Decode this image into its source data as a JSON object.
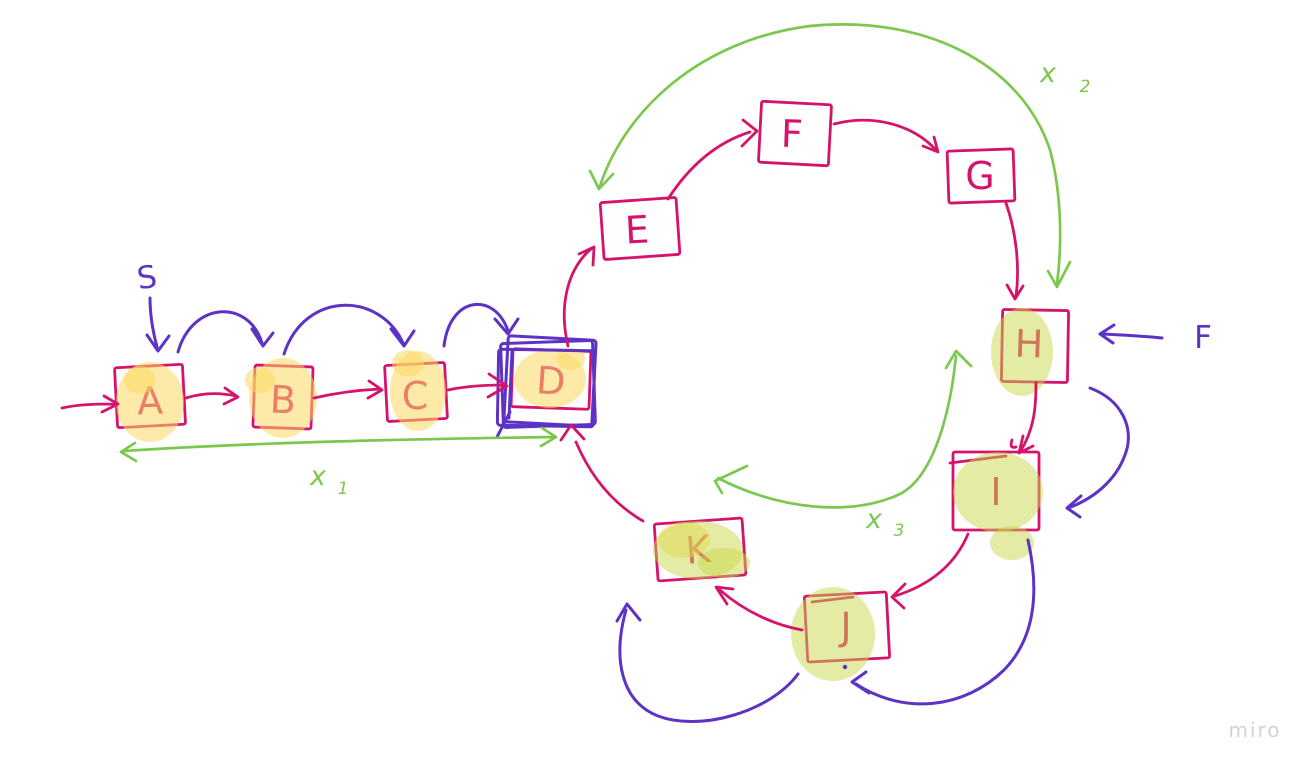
{
  "app": {
    "watermark": "miro"
  },
  "colors": {
    "ink_pink": "#d5136b",
    "ink_purple": "#5c33c4",
    "ink_green": "#7cc84e",
    "highlight_yellow": "#fcd961",
    "highlight_green": "#cad749",
    "watermark_gray": "#d2d1db",
    "background": "#ffffff"
  },
  "nodes": [
    {
      "id": "A",
      "label": "A",
      "highlight": "yellow"
    },
    {
      "id": "B",
      "label": "B",
      "highlight": "yellow"
    },
    {
      "id": "C",
      "label": "C",
      "highlight": "yellow"
    },
    {
      "id": "D",
      "label": "D",
      "highlight": "yellow",
      "emphasized": true
    },
    {
      "id": "E",
      "label": "E",
      "highlight": "none"
    },
    {
      "id": "F",
      "label": "F",
      "highlight": "none"
    },
    {
      "id": "G",
      "label": "G",
      "highlight": "none"
    },
    {
      "id": "H",
      "label": "H",
      "highlight": "green"
    },
    {
      "id": "I",
      "label": "I",
      "highlight": "green"
    },
    {
      "id": "J",
      "label": "J",
      "highlight": "green"
    },
    {
      "id": "K",
      "label": "K",
      "highlight": "green"
    }
  ],
  "annotations": {
    "start_label": "S",
    "input_label": "F",
    "x1": {
      "base": "x",
      "sub": "1"
    },
    "x2": {
      "base": "x",
      "sub": "2"
    },
    "x3": {
      "base": "x",
      "sub": "3"
    }
  },
  "edges": [
    {
      "id": "in-a",
      "from": "start",
      "to": "A",
      "color": "pink"
    },
    {
      "id": "a-b",
      "from": "A",
      "to": "B",
      "color": "pink"
    },
    {
      "id": "b-c",
      "from": "B",
      "to": "C",
      "color": "pink"
    },
    {
      "id": "c-d",
      "from": "C",
      "to": "D",
      "color": "pink"
    },
    {
      "id": "d-e",
      "from": "D",
      "to": "E",
      "color": "pink"
    },
    {
      "id": "e-f",
      "from": "E",
      "to": "F",
      "color": "pink"
    },
    {
      "id": "f-g",
      "from": "F",
      "to": "G",
      "color": "pink"
    },
    {
      "id": "g-h",
      "from": "G",
      "to": "H",
      "color": "pink"
    },
    {
      "id": "h-i",
      "from": "H",
      "to": "I",
      "color": "pink"
    },
    {
      "id": "i-j",
      "from": "I",
      "to": "J",
      "color": "pink"
    },
    {
      "id": "j-k",
      "from": "J",
      "to": "K",
      "color": "pink"
    },
    {
      "id": "k-d",
      "from": "K",
      "to": "D",
      "color": "pink"
    },
    {
      "id": "s-a",
      "from": "S-label",
      "to": "A",
      "color": "purple"
    },
    {
      "id": "hop-a-b",
      "from": "A",
      "to": "B",
      "color": "purple",
      "style": "arc"
    },
    {
      "id": "hop-b-c",
      "from": "B",
      "to": "C",
      "color": "purple",
      "style": "arc"
    },
    {
      "id": "hop-c-d",
      "from": "C",
      "to": "D",
      "color": "purple",
      "style": "arc"
    },
    {
      "id": "f-h",
      "from": "F-label",
      "to": "H",
      "color": "purple"
    },
    {
      "id": "h-i-side",
      "from": "H",
      "to": "I",
      "color": "purple",
      "style": "arc"
    },
    {
      "id": "i-j-outer",
      "from": "I",
      "to": "J",
      "color": "purple",
      "style": "arc"
    },
    {
      "id": "j-k-outer",
      "from": "J",
      "to": "K",
      "color": "purple",
      "style": "arc"
    },
    {
      "id": "x1-span",
      "from": "D",
      "to": "A",
      "color": "green",
      "label": "x1",
      "double_headed": true
    },
    {
      "id": "x2-span",
      "from": "E",
      "to": "H",
      "color": "green",
      "label": "x2",
      "double_headed": true
    },
    {
      "id": "x3-span",
      "from": "K",
      "to": "H",
      "color": "green",
      "label": "x3",
      "double_headed": true
    }
  ]
}
